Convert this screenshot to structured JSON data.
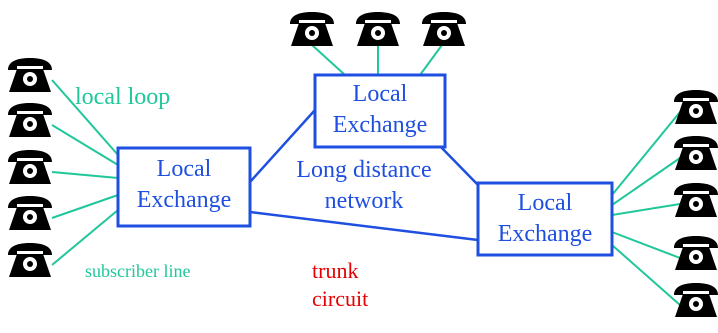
{
  "colors": {
    "loop_line": "#1fc79a",
    "trunk_line": "#1f4fe0",
    "box_border": "#1f4fe0",
    "exchange_text": "#1f4fe0",
    "label_green": "#1fc79a",
    "label_red": "#e60000",
    "phone": "#000000"
  },
  "icons": {
    "phone": "telephone-icon"
  },
  "exchanges": {
    "left": {
      "line1": "Local",
      "line2": "Exchange"
    },
    "center": {
      "line1": "Local",
      "line2": "Exchange"
    },
    "right": {
      "line1": "Local",
      "line2": "Exchange"
    }
  },
  "labels": {
    "local_loop": "local loop",
    "subscriber_line": "subscriber line",
    "long_distance_line1": "Long distance",
    "long_distance_line2": "network",
    "trunk_line1": "trunk",
    "trunk_line2": "circuit"
  }
}
